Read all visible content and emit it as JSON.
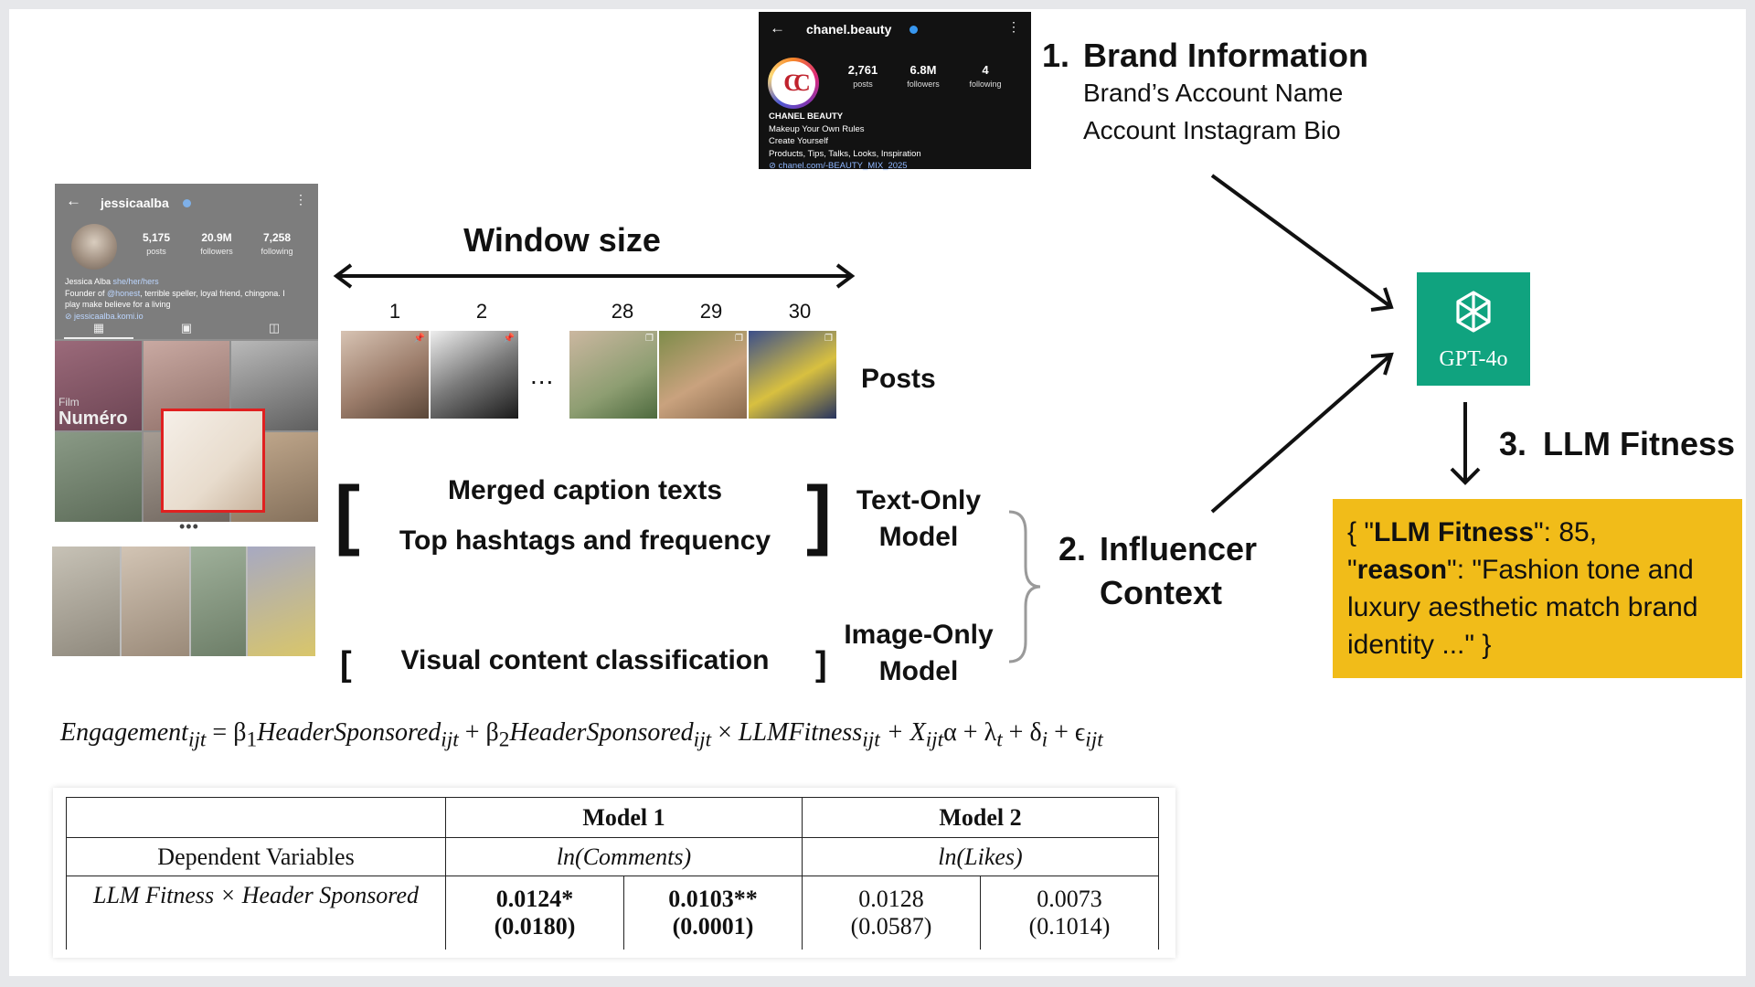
{
  "brand_card": {
    "handle": "chanel.beauty",
    "stats": [
      {
        "num": "2,761",
        "label": "posts"
      },
      {
        "num": "6.8M",
        "label": "followers"
      },
      {
        "num": "4",
        "label": "following"
      }
    ],
    "bio_name": "CHANEL BEAUTY",
    "bio_lines": [
      "Makeup Your Own Rules",
      "Create Yourself",
      "Products, Tips, Talks, Looks, Inspiration"
    ],
    "link": "chanel.com/-BEAUTY_MIX_2025"
  },
  "step1": {
    "num": "1.",
    "title": "Brand Information",
    "line1": "Brand’s Account Name",
    "line2": "Account Instagram Bio"
  },
  "influencer": {
    "handle": "jessicaalba",
    "stats": [
      {
        "num": "5,175",
        "label": "posts"
      },
      {
        "num": "20.9M",
        "label": "followers"
      },
      {
        "num": "7,258",
        "label": "following"
      }
    ],
    "bio_line1_name": "Jessica Alba",
    "bio_line1_pron": "she/her/hers",
    "bio_line2_a": "Founder of ",
    "bio_line2_b": "@honest",
    "bio_line2_c": ", terrible speller, loyal friend, chingona. I",
    "bio_line3": "play make believe for a living",
    "bio_link": "jessicaalba.komi.io",
    "grid_text1": "Film",
    "grid_text2": "Numéro",
    "dots": "•••"
  },
  "window": {
    "label": "Window size",
    "numbers": [
      "1",
      "2",
      "28",
      "29",
      "30"
    ],
    "dots": "...",
    "posts_label": "Posts"
  },
  "text_block": {
    "line1": "Merged caption texts",
    "line2": "Top hashtags and frequency",
    "model_line1": "Text-Only",
    "model_line2": "Model"
  },
  "image_block": {
    "line": "Visual content classification",
    "model_line1": "Image-Only",
    "model_line2": "Model"
  },
  "step2": {
    "num": "2.",
    "line1": "Influencer",
    "line2": "Context"
  },
  "gpt": {
    "label": "GPT-4o",
    "icon": "openai-logo-icon"
  },
  "step3": {
    "num": "3.",
    "title": "LLM Fitness"
  },
  "result": {
    "open": "{ \"",
    "key1": "LLM Fitness",
    "mid1": "\": 85,",
    "q2": "\"",
    "key2": "reason",
    "mid2": "\": \"Fashion tone and luxury aesthetic match brand identity ...\" }"
  },
  "equation": {
    "engagement": "Engagement",
    "sub": "ijt",
    "eq": " = β",
    "one": "1",
    "hs": "HeaderSponsored",
    "plus_b": " + β",
    "two": "2",
    "times": " × ",
    "llm": "LLMFitness",
    "plus_x": " + X",
    "alpha": "α + λ",
    "t": "t",
    "plus_d": " + δ",
    "i": "i",
    "plus_e": " + ϵ"
  },
  "table": {
    "model1": "Model 1",
    "model2": "Model 2",
    "dep_label": "Dependent Variables",
    "dep1": "ln(Comments)",
    "dep2": "ln(Likes)",
    "row_label": "LLM Fitness × Header Sponsored",
    "coefs": [
      {
        "est": "0.0124*",
        "se": "(0.0180)",
        "bold": true
      },
      {
        "est": "0.0103**",
        "se": "(0.0001)",
        "bold": true
      },
      {
        "est": "0.0128",
        "se": "(0.0587)",
        "bold": false
      },
      {
        "est": "0.0073",
        "se": "(0.1014)",
        "bold": false
      }
    ]
  }
}
